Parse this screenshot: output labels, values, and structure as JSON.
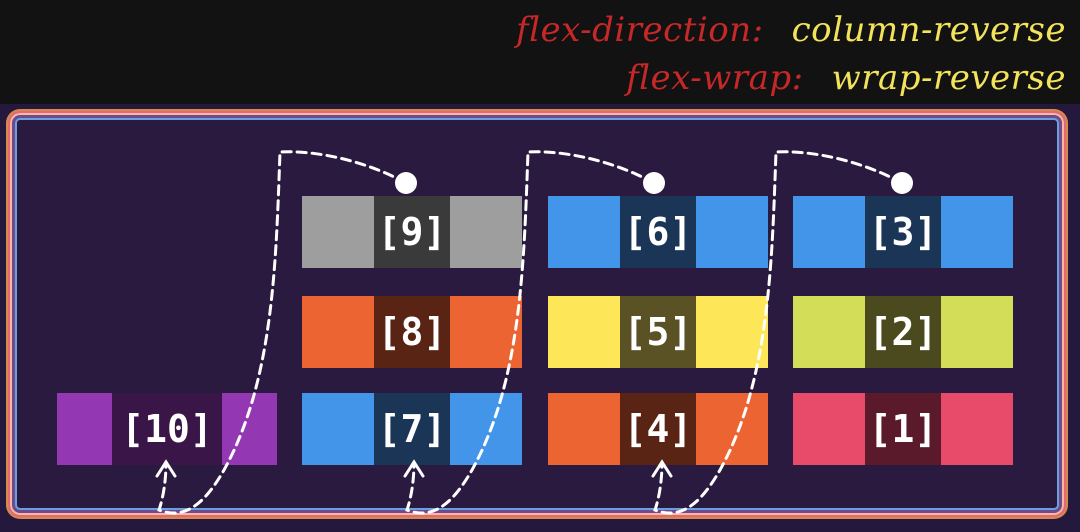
{
  "header": {
    "line1": {
      "property": "flex-direction:",
      "value": "column-reverse"
    },
    "line2": {
      "property": "flex-wrap:",
      "value": "wrap-reverse"
    }
  },
  "items": [
    {
      "label": "[1]",
      "color": "#e84a6a",
      "badge_color": "#5a1a2c"
    },
    {
      "label": "[2]",
      "color": "#d4dd58",
      "badge_color": "#4a4a1e"
    },
    {
      "label": "[3]",
      "color": "#4295e9",
      "badge_color": "#1a3556"
    },
    {
      "label": "[4]",
      "color": "#ec6432",
      "badge_color": "#5a2414"
    },
    {
      "label": "[5]",
      "color": "#fde759",
      "badge_color": "#5a5224"
    },
    {
      "label": "[6]",
      "color": "#4295e9",
      "badge_color": "#1a3556"
    },
    {
      "label": "[7]",
      "color": "#4295e9",
      "badge_color": "#1a3556"
    },
    {
      "label": "[8]",
      "color": "#ec6432",
      "badge_color": "#5a2414"
    },
    {
      "label": "[9]",
      "color": "#9e9e9e",
      "badge_color": "#3a3a3a"
    },
    {
      "label": "[10]",
      "color": "#9437b3",
      "badge_color": "#3a1548"
    }
  ]
}
